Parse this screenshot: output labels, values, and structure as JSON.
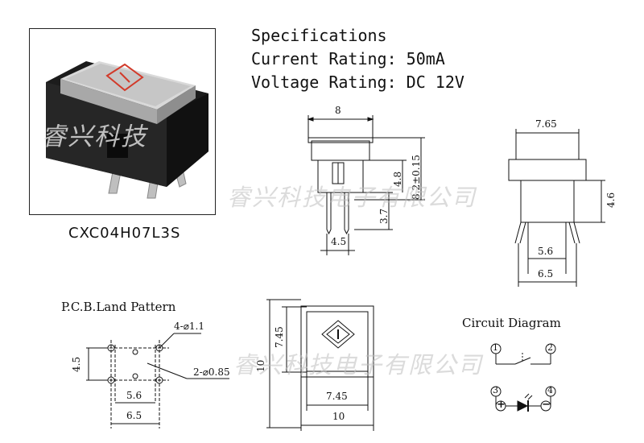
{
  "specs": {
    "heading": "Specifications",
    "current": "Current Rating: 50mA",
    "voltage": "Voltage Rating: DC 12V"
  },
  "model": "CXC04H07L3S",
  "pcb_title": "P.C.B.Land Pattern",
  "circuit_title": "Circuit Diagram",
  "watermark": "睿兴科技电子有限公司",
  "photo_watermark": "睿兴科技",
  "front_view": {
    "width": "8",
    "height_total": "8.2±0.15",
    "height_body": "4.8",
    "pin_height": "3.7",
    "pin_spacing": "4.5"
  },
  "side_view": {
    "width": "7.65",
    "height": "4.6",
    "inner": "5.6",
    "outer": "6.5"
  },
  "top_view": {
    "cap_h": "7.45",
    "body_h": "10",
    "cap_w": "7.45",
    "body_w": "10"
  },
  "pcb": {
    "hole_4": "4-⌀1.1",
    "hole_2": "2-⌀0.85",
    "spacing_v": "4.5",
    "spacing_inner": "5.6",
    "spacing_outer": "6.5"
  },
  "circuit": {
    "pins": [
      "1",
      "2",
      "3",
      "4"
    ],
    "plus": "+",
    "minus": "−"
  },
  "colors": {
    "line": "#111111",
    "led_mark": "#d23a2a",
    "cap": "#c9c9c9",
    "housing": "#1c1c1c"
  }
}
